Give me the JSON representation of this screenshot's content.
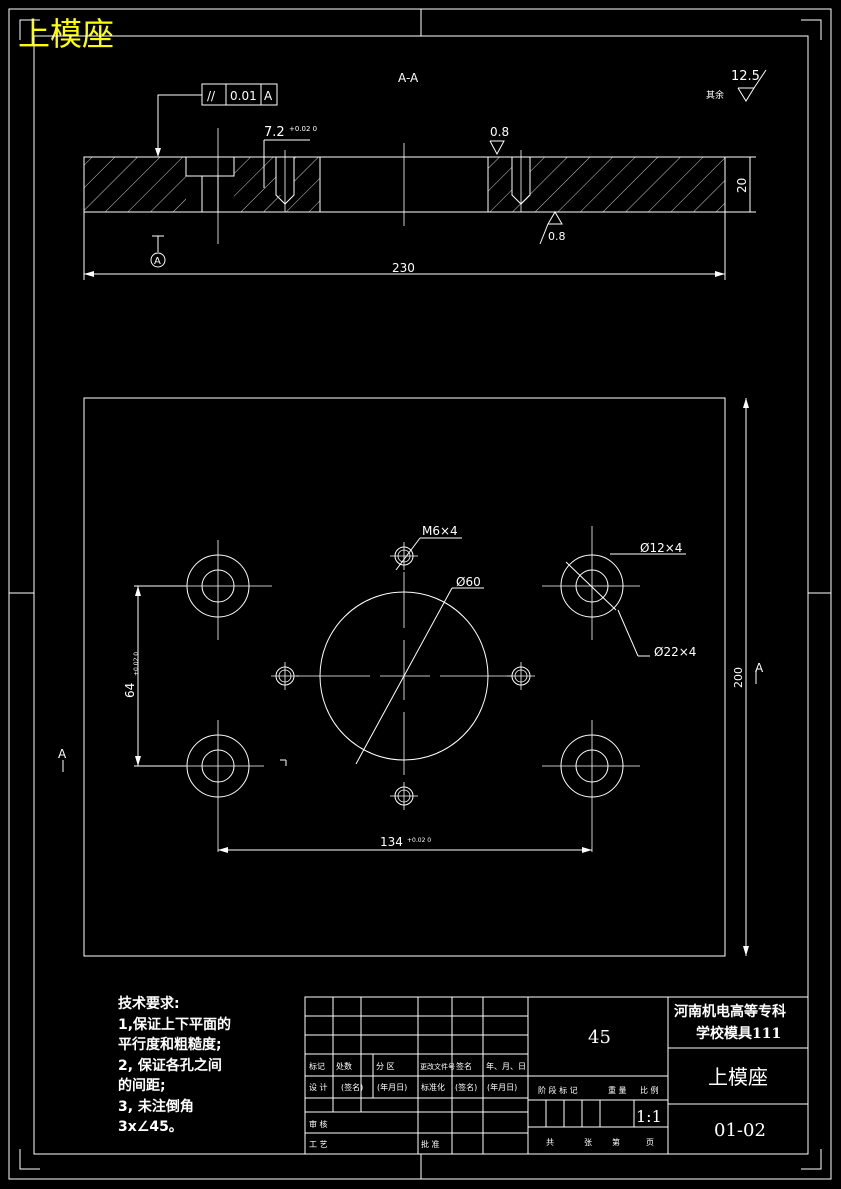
{
  "title": "上模座",
  "section_view": {
    "label": "A-A",
    "roughness_general": "12.5",
    "roughness_prefix": "其余",
    "parallelism_frame": {
      "symbol": "//",
      "value": "0.01",
      "datum": "A"
    },
    "datum_label": "A",
    "counterbore_dim": "7.2",
    "counterbore_tol": "+0.02 0",
    "roughness_top": "0.8",
    "roughness_bottom": "0.8",
    "thickness": "20",
    "length": "230"
  },
  "plan_view": {
    "width": "200",
    "hole_m6": "M6×4",
    "hole_12": "Ø12×4",
    "hole_60": "Ø60",
    "hole_22": "Ø22×4",
    "dim_vertical": "64",
    "dim_vertical_tol": "+0.02 0",
    "dim_horizontal": "134",
    "dim_horizontal_tol": "+0.02 0",
    "section_mark": "A"
  },
  "tech_requirements": {
    "heading": "技术要求:",
    "lines": [
      "1,保证上下平面的",
      "平行度和粗糙度;",
      "2, 保证各孔之间",
      "的间距;",
      "3, 未注倒角",
      "3x∠45。"
    ]
  },
  "title_block": {
    "material": "45",
    "school_line1": "河南机电高等专科",
    "school_line2": "学校模具111",
    "part_name": "上模座",
    "drawing_no": "01-02",
    "scale": "1:1",
    "header_row": [
      "标记",
      "处数",
      "分 区",
      "更改文件号",
      "签名",
      "年、月、日"
    ],
    "design_row": [
      "设 计",
      "(签名)",
      "(年月日)",
      "标准化",
      "(签名)",
      "(年月日)"
    ],
    "stage_header": [
      "阶 段 标 记",
      "重 量",
      "比 例"
    ],
    "review": "审 核",
    "process": "工 艺",
    "approve": "批 准",
    "sheet_row": [
      "共",
      "张",
      "第",
      "页"
    ]
  }
}
